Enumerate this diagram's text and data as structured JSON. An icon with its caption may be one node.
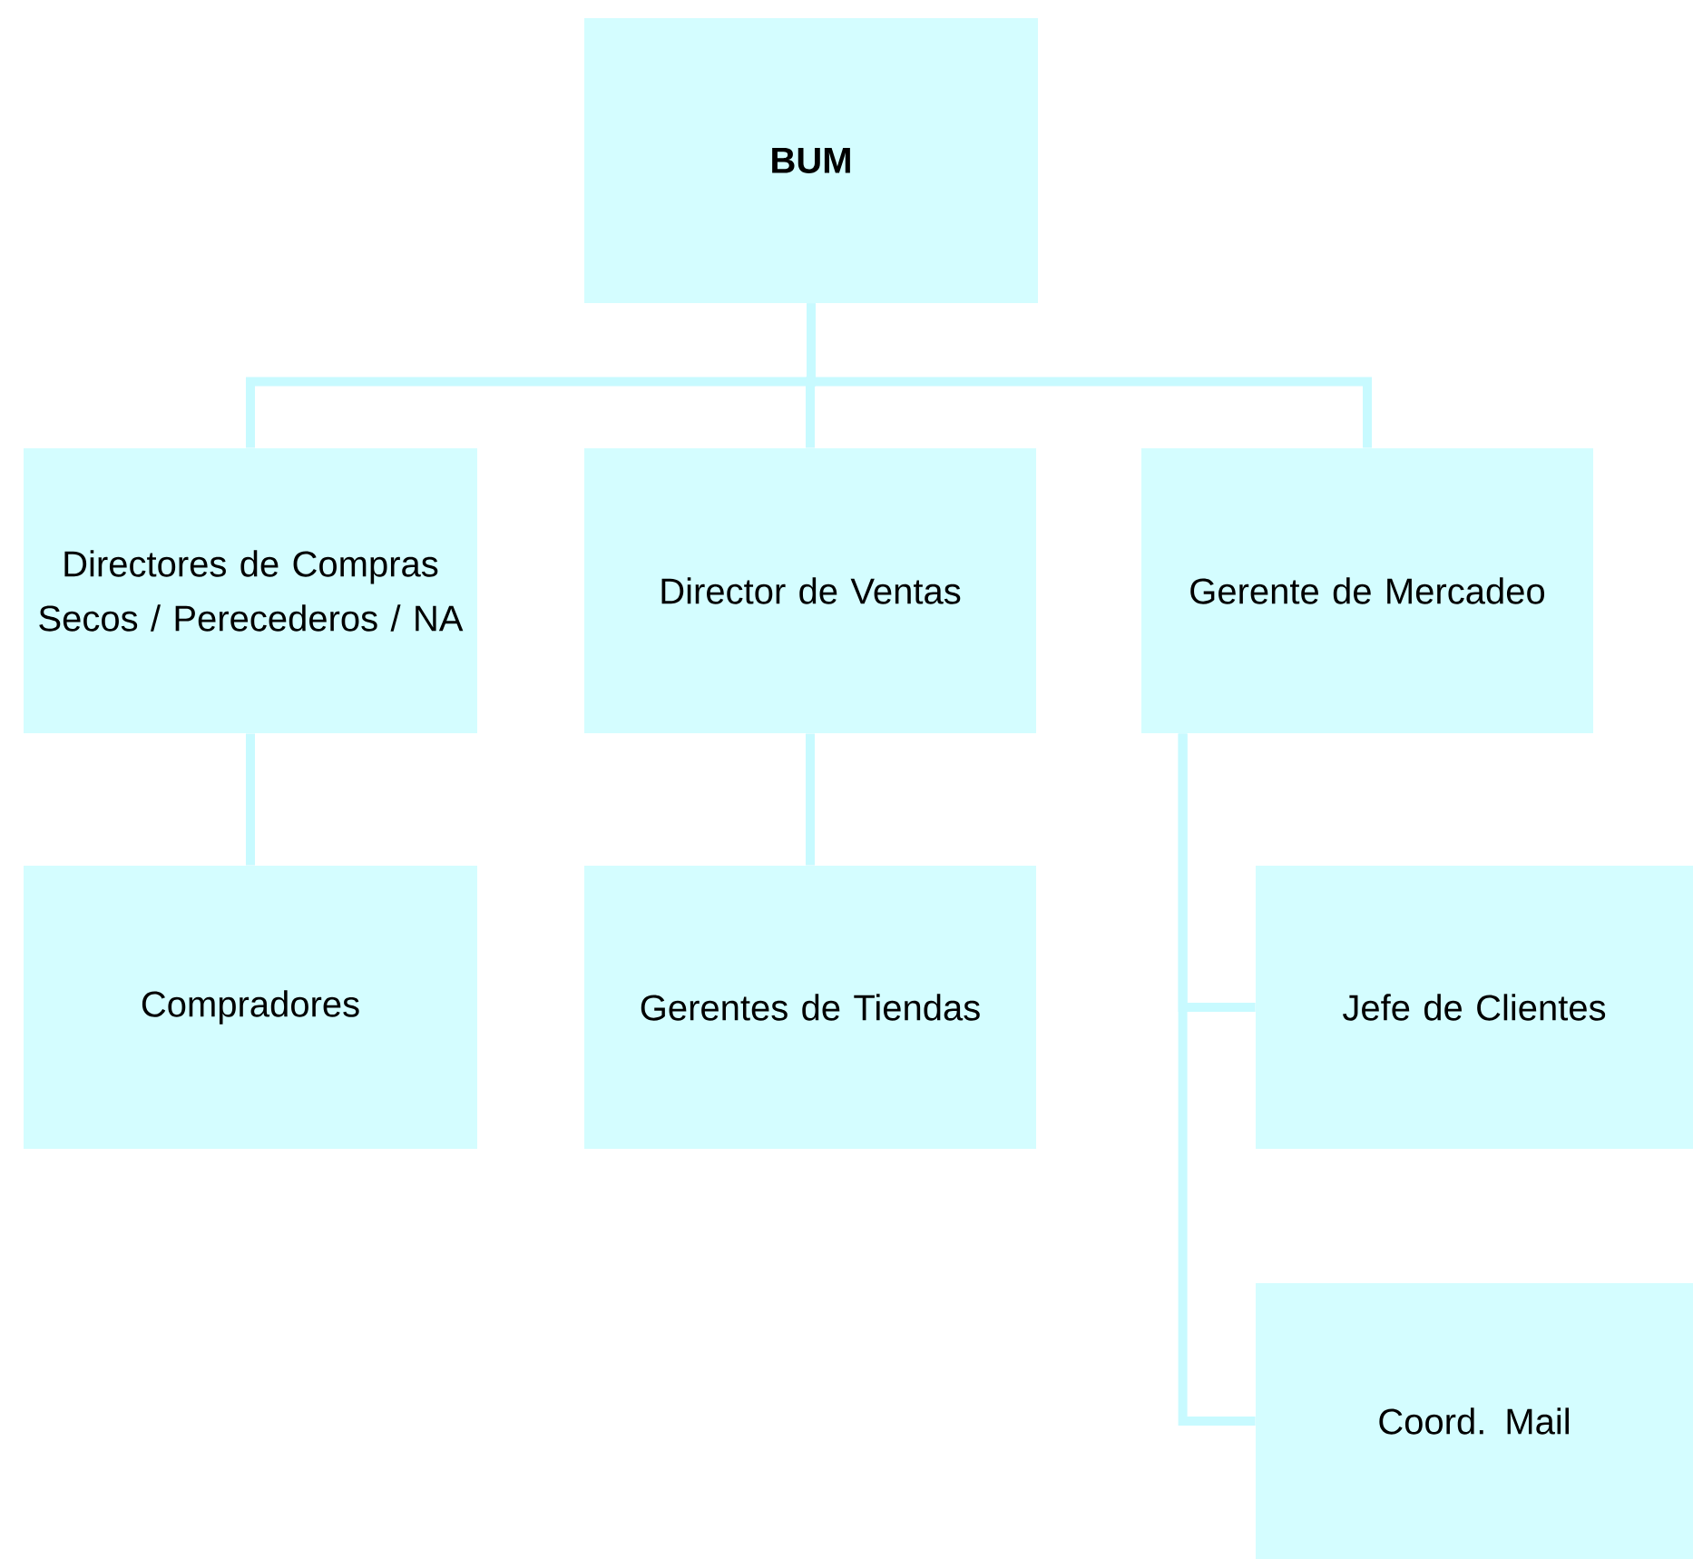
{
  "diagram": {
    "nodes": [
      {
        "text": [
          "**BUM**"
        ]
      },
      {
        "text": [
          "Directores de Compras Secos / Perecederos / NA"
        ]
      },
      {
        "text": [
          "Director de Ventas"
        ]
      },
      {
        "text": [
          "Gerente de Mercadeo"
        ]
      },
      {
        "text": [
          "Compradores"
        ]
      },
      {
        "text": [
          "Gerentes de Tiendas"
        ]
      },
      {
        "text": [
          "Jefe de Clientes"
        ]
      },
      {
        "text": [
          "Coord. Mail"
        ]
      }
    ],
    "edges": [
      {
        "from": 0,
        "to": 1,
        "arrow": "none"
      },
      {
        "from": 0,
        "to": 2,
        "arrow": "none"
      },
      {
        "from": 0,
        "to": 3,
        "arrow": "none"
      },
      {
        "from": 1,
        "to": 4,
        "arrow": "none"
      },
      {
        "from": 2,
        "to": 5,
        "arrow": "none"
      },
      {
        "from": 3,
        "to": 6,
        "arrow": "none"
      },
      {
        "from": 3,
        "to": 7,
        "arrow": "none"
      }
    ]
  }
}
